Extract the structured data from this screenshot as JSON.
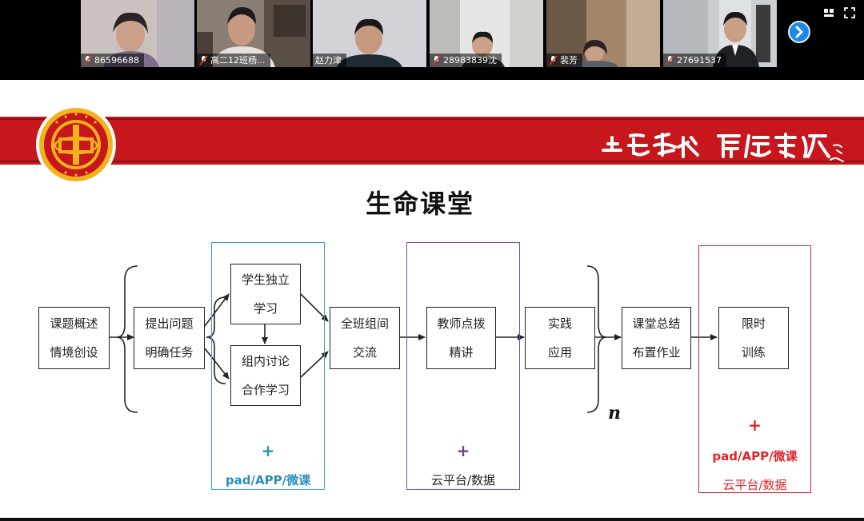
{
  "participants": [
    {
      "name": "86596688",
      "muted": true
    },
    {
      "name": "高二12班杨...",
      "muted": true
    },
    {
      "name": "赵力津",
      "muted": false,
      "active": true
    },
    {
      "name": "28983839沈",
      "muted": true
    },
    {
      "name": "裴芳",
      "muted": true
    },
    {
      "name": "27691537",
      "muted": true
    }
  ],
  "icons": {
    "mic": "microphone-muted-icon",
    "next": "chevron-right-icon",
    "layout": "grid-layout-icon",
    "fullscreen": "fullscreen-icon"
  },
  "colors": {
    "brand_red": "#c8161d",
    "group_blue": "#3aa6c9",
    "group_purple": "#7b4ea3",
    "group_red": "#e0242b",
    "plus_blue": "#2a8fb8",
    "plus_purple": "#6a3e97"
  },
  "slide": {
    "title": "生命课堂",
    "boxes": {
      "topic": [
        "课题概述",
        "情境创设"
      ],
      "question": [
        "提出问题",
        "明确任务"
      ],
      "independent": [
        "学生独立",
        "学习"
      ],
      "group_discuss": [
        "组内讨论",
        "合作学习"
      ],
      "class_exchange": [
        "全班组间",
        "交流"
      ],
      "teacher": [
        "教师点拨",
        "精讲"
      ],
      "practice": [
        "实践",
        "应用"
      ],
      "summary": [
        "课堂总结",
        "布置作业"
      ],
      "training": [
        "限时",
        "训练"
      ]
    },
    "groups": {
      "blue": {
        "plus": "+",
        "tool": "pad/APP/微课"
      },
      "purple": {
        "plus": "+",
        "tool": "云平台/数据"
      },
      "red": {
        "plus": "+",
        "tool1": "pad/APP/微课",
        "tool2": "云平台/数据"
      }
    },
    "loop_label": "n"
  }
}
